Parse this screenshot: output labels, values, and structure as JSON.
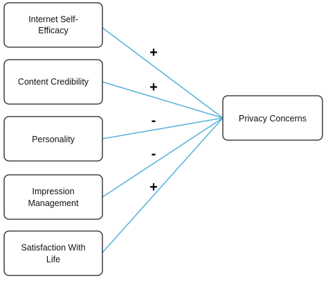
{
  "diagram": {
    "edge_color": "#5ab4dc",
    "target": {
      "label": "Privacy Concerns"
    },
    "sources": [
      {
        "label_lines": [
          "Internet Self-",
          "Efficacy"
        ],
        "sign": "+"
      },
      {
        "label_lines": [
          "Content Credibility"
        ],
        "sign": "+"
      },
      {
        "label_lines": [
          "Personality"
        ],
        "sign": "-"
      },
      {
        "label_lines": [
          "Impression",
          "Management"
        ],
        "sign": "-"
      },
      {
        "label_lines": [
          "Satisfaction With",
          "Life"
        ],
        "sign": "+"
      }
    ]
  }
}
